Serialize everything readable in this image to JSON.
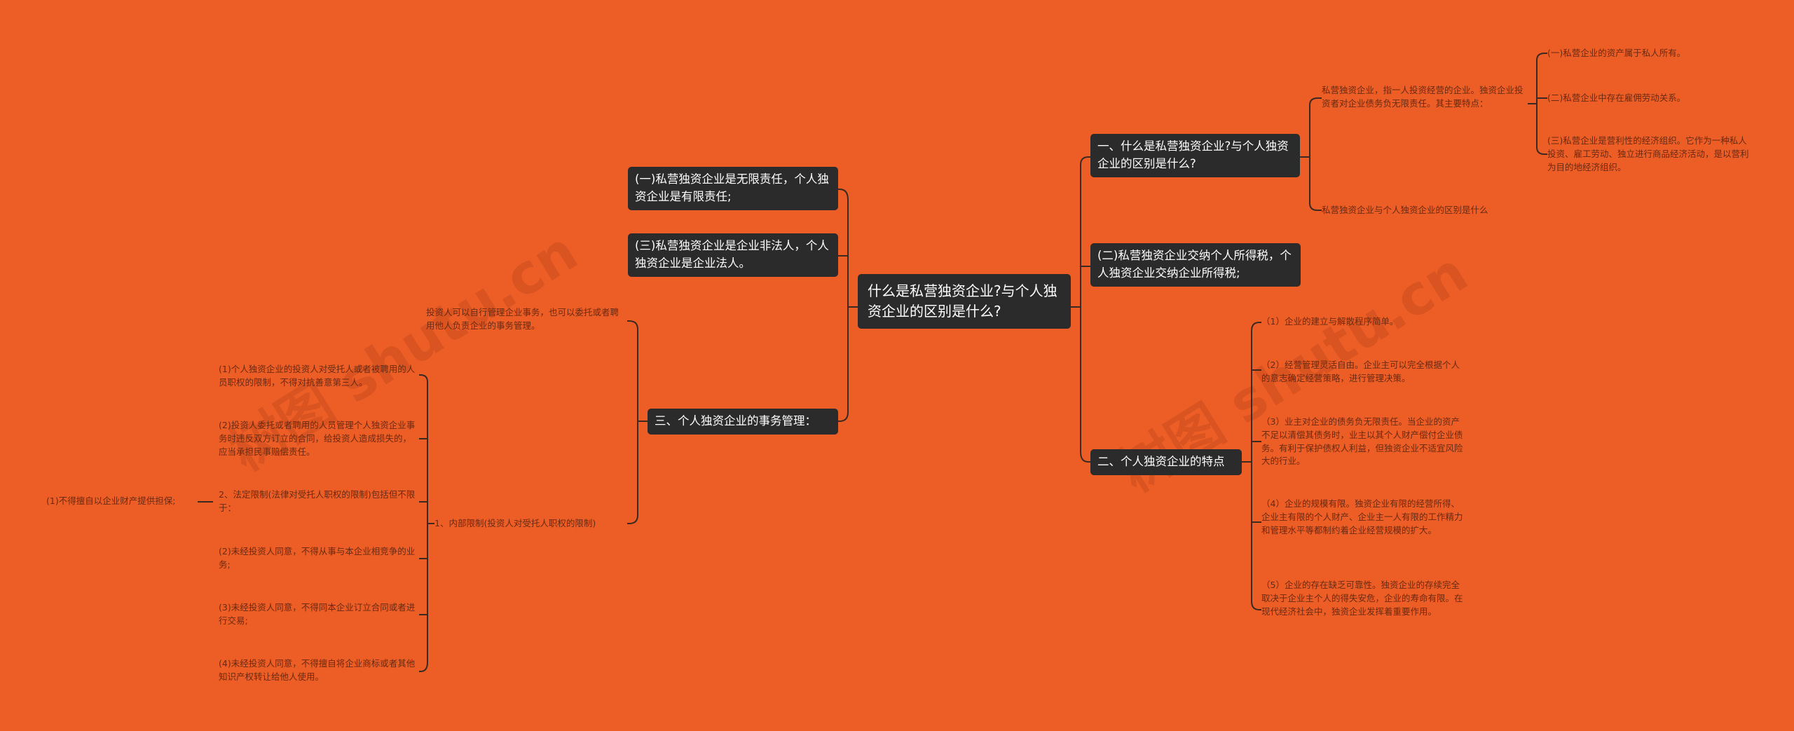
{
  "root": {
    "text": "什么是私营独资企业?与个人独资企业的区别是什么?"
  },
  "left": {
    "branch1": "(一)私营独资企业是无限责任，个人独资企业是有限责任;",
    "branch2": "(三)私营独资企业是企业非法人，个人独资企业是企业法人。",
    "branch3": "三、个人独资企业的事务管理：",
    "b3_child1": "投资人可以自行管理企业事务，也可以委托或者聘用他人负责企业的事务管理。",
    "b3_child2": "1、内部限制(投资人对受托人职权的限制)",
    "restrictions": [
      "(1)个人独资企业的投资人对受托人或者被聘用的人员职权的限制，不得对抗善意第三人。",
      "(2)投资人委托或者聘用的人员管理个人独资企业事务时违反双方订立的合同，给投资人造成损失的，应当承担民事赔偿责任。",
      "2、法定限制(法律对受托人职权的限制)包括但不限于：",
      "(2)未经投资人同意，不得从事与本企业相竞争的业务;",
      "(3)未经投资人同意，不得同本企业订立合同或者进行交易;",
      "(4)未经投资人同意，不得擅自将企业商标或者其他知识产权转让给他人使用。"
    ],
    "legal_child": "(1)不得擅自以企业财产提供担保;"
  },
  "right": {
    "branch1": "一、什么是私营独资企业?与个人独资企业的区别是什么?",
    "b1_child1": "私营独资企业，指一人投资经营的企业。独资企业投资者对企业债务负无限责任。其主要特点：",
    "b1_points": [
      "(一)私营企业的资产属于私人所有。",
      "(二)私营企业中存在雇佣劳动关系。",
      "(三)私营企业是营利性的经济组织。它作为一种私人投资、雇工劳动、独立进行商品经济活动，是以营利为目的地经济组织。"
    ],
    "b1_child2": "私营独资企业与个人独资企业的区别是什么",
    "branch2": "(二)私营独资企业交纳个人所得税，个人独资企业交纳企业所得税;",
    "branch3": "二、个人独资企业的特点",
    "features": [
      "（1）企业的建立与解散程序简单。",
      "（2）经营管理灵活自由。企业主可以完全根据个人的意志确定经营策略，进行管理决策。",
      "（3）业主对企业的债务负无限责任。当企业的资产不足以清偿其债务时，业主以其个人财产偿付企业债务。有利于保护债权人利益，但独资企业不适宜风险大的行业。",
      "（4）企业的规模有限。独资企业有限的经营所得、企业主有限的个人财产、企业主一人有限的工作精力和管理水平等都制约着企业经营规模的扩大。",
      "（5）企业的存在缺乏可靠性。独资企业的存续完全取决于企业主个人的得失安危，企业的寿命有限。在现代经济社会中，独资企业发挥着重要作用。"
    ]
  },
  "watermark": [
    "树图 shutu.cn",
    "树图 shutu.cn"
  ],
  "colors": {
    "background": "#EC5E26",
    "node": "#2B2B2B",
    "line": "#3A2A22",
    "leaf_text": "#6A2A12"
  }
}
